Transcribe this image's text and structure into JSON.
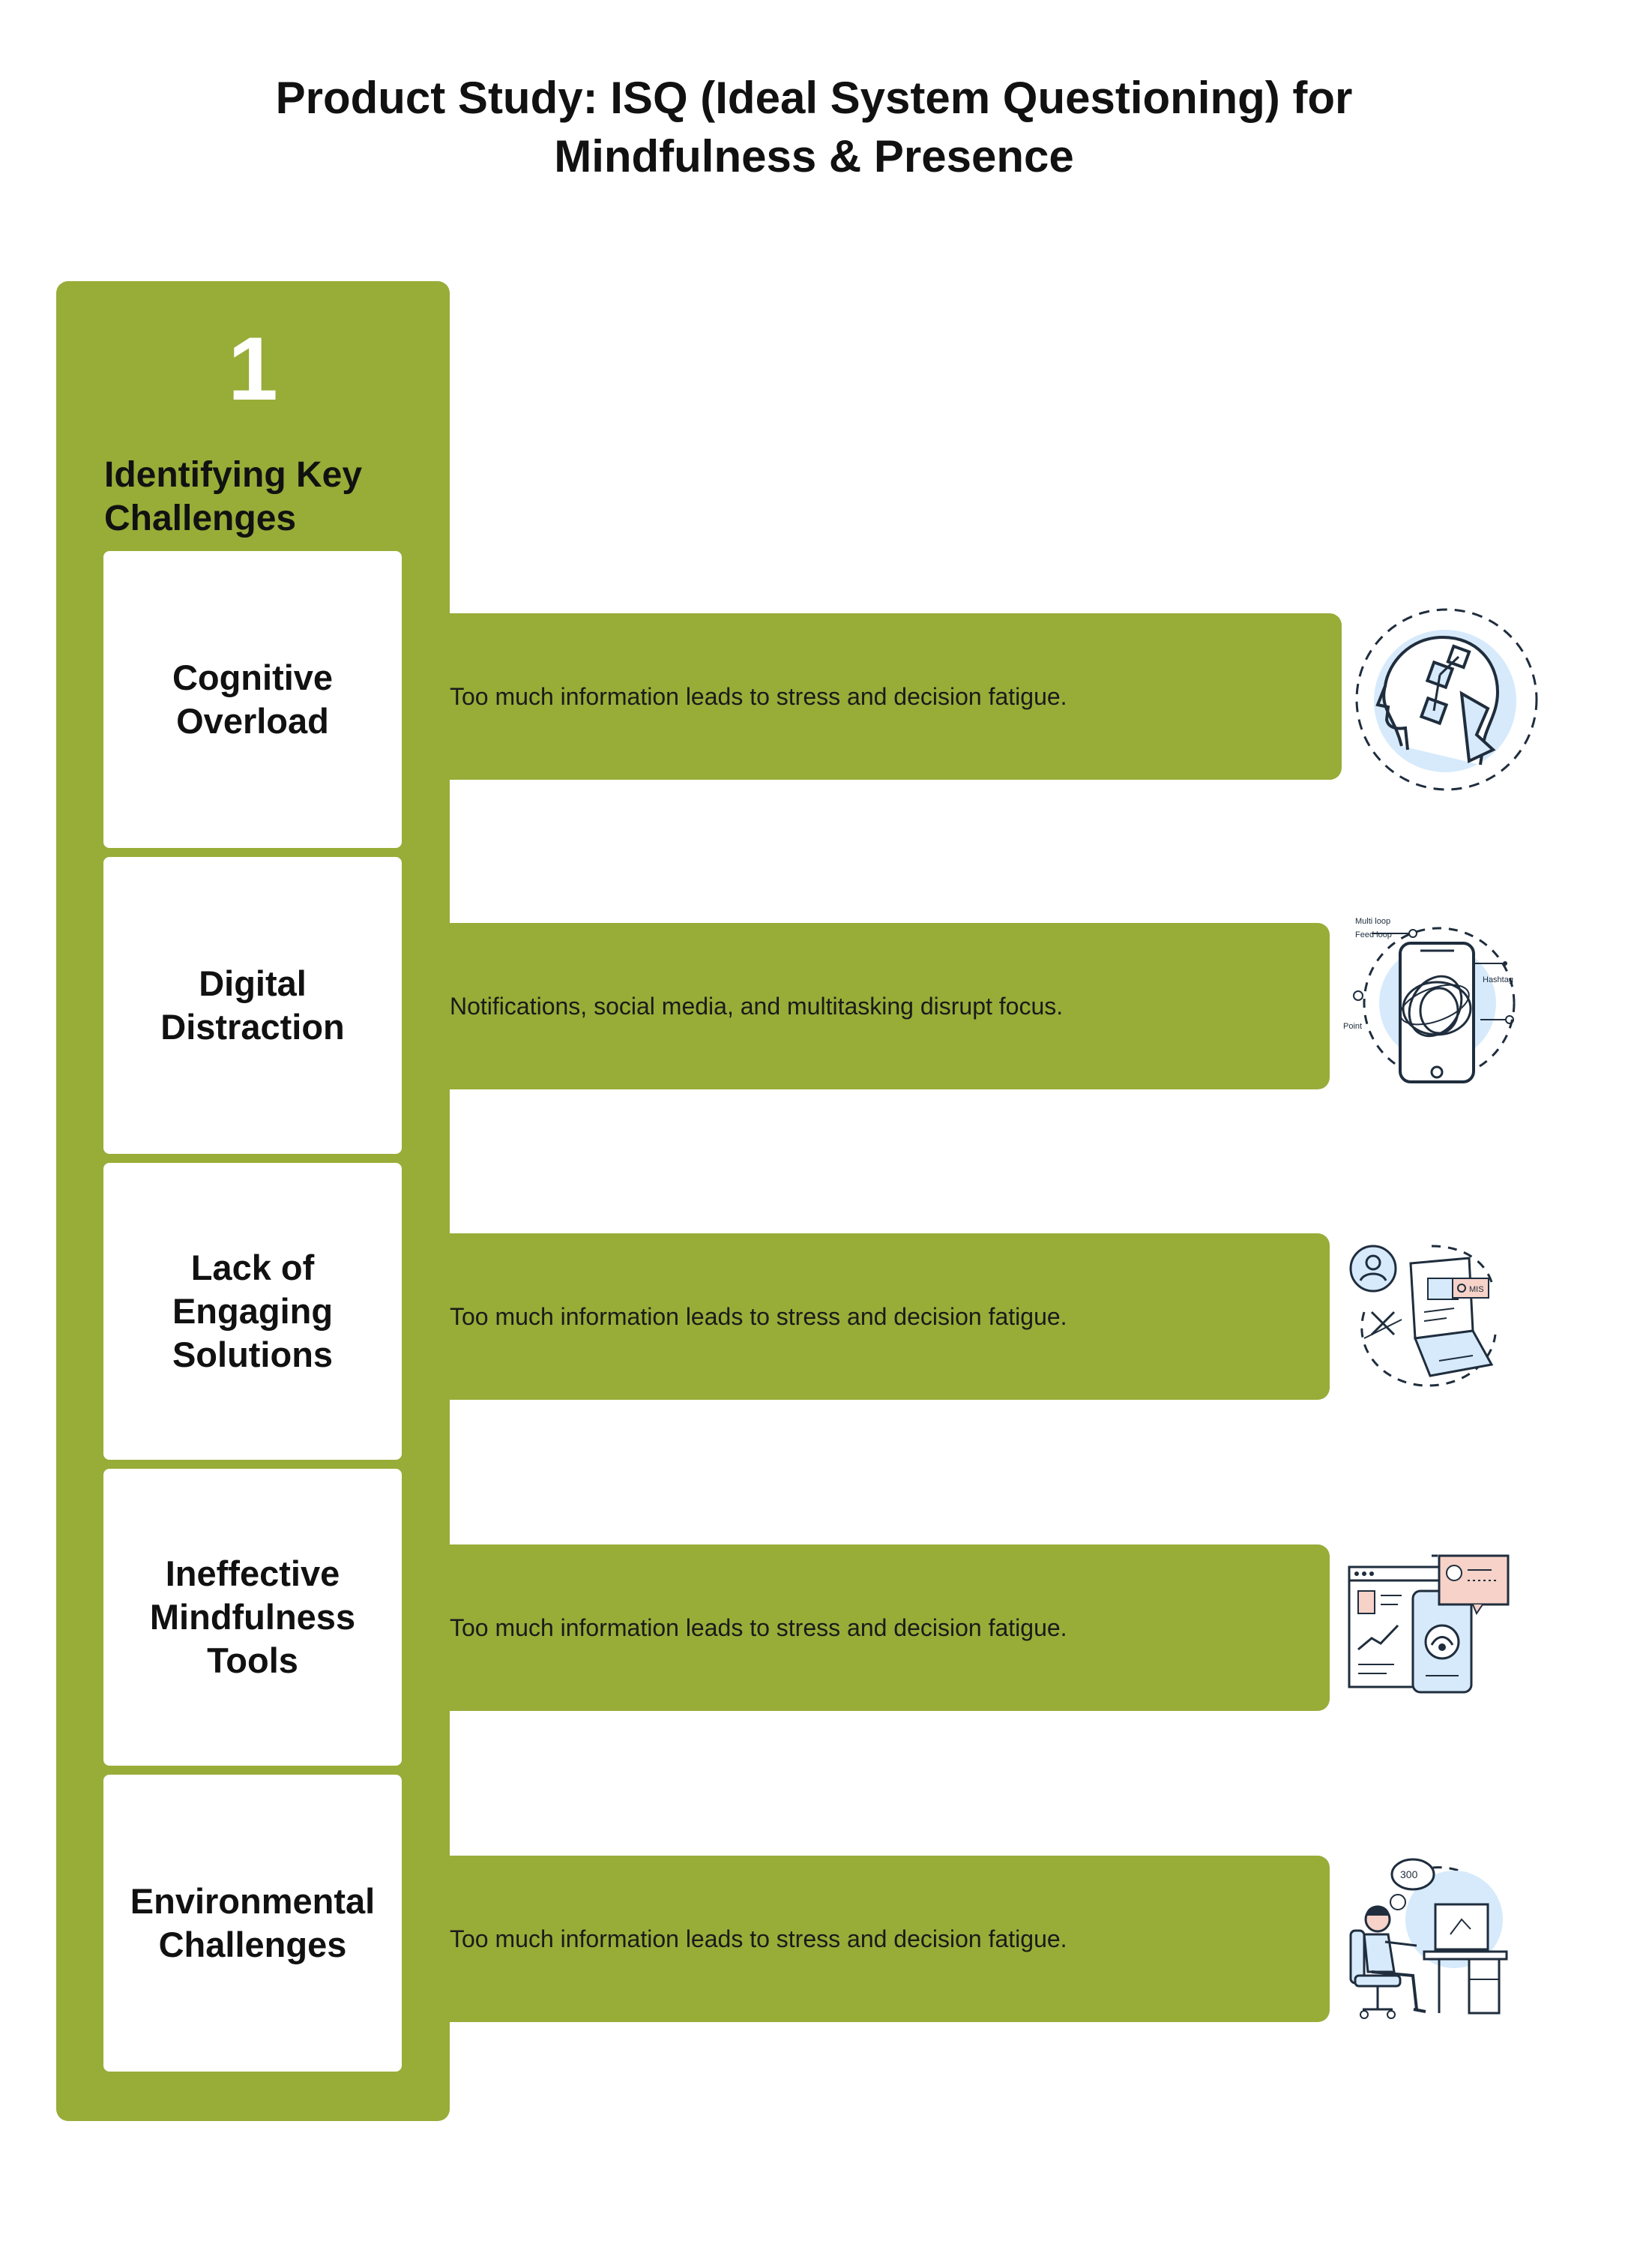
{
  "page": {
    "title_line1": "Product Study: ISQ (Ideal System Questioning) for",
    "title_line2": "Mindfulness & Presence"
  },
  "section": {
    "number": "1",
    "title": "Identifying Key Challenges"
  },
  "challenges": [
    {
      "name_lines": [
        "Cognitive",
        "Overload"
      ],
      "description": "Too much information leads to stress and decision fatigue.",
      "icon": "head-puzzle-icon"
    },
    {
      "name_lines": [
        "Digital",
        "Distraction"
      ],
      "description": "Notifications, social media, and multitasking disrupt focus.",
      "icon": "phone-tangle-icon",
      "icon_labels": [
        "Multi loop",
        "Feed loop",
        "Hashtag",
        "Point"
      ]
    },
    {
      "name_lines": [
        "Lack of",
        "Engaging",
        "Solutions"
      ],
      "description": "Too much information leads to stress and decision fatigue.",
      "icon": "laptop-user-icon",
      "icon_labels": [
        "MIS"
      ]
    },
    {
      "name_lines": [
        "Ineffective",
        "Mindfulness",
        "Tools"
      ],
      "description": "Too much information leads to stress and decision fatigue.",
      "icon": "app-dashboard-icon"
    },
    {
      "name_lines": [
        "Environmental",
        "Challenges"
      ],
      "description": "Too much information leads to stress and decision fatigue.",
      "icon": "person-at-desk-icon",
      "icon_labels": [
        "300"
      ]
    }
  ],
  "colors": {
    "panel_green": "#98ac38",
    "illustration_blue": "#d6eafc",
    "illustration_line": "#1f2d3d",
    "illustration_accent": "#f6d2c8"
  }
}
